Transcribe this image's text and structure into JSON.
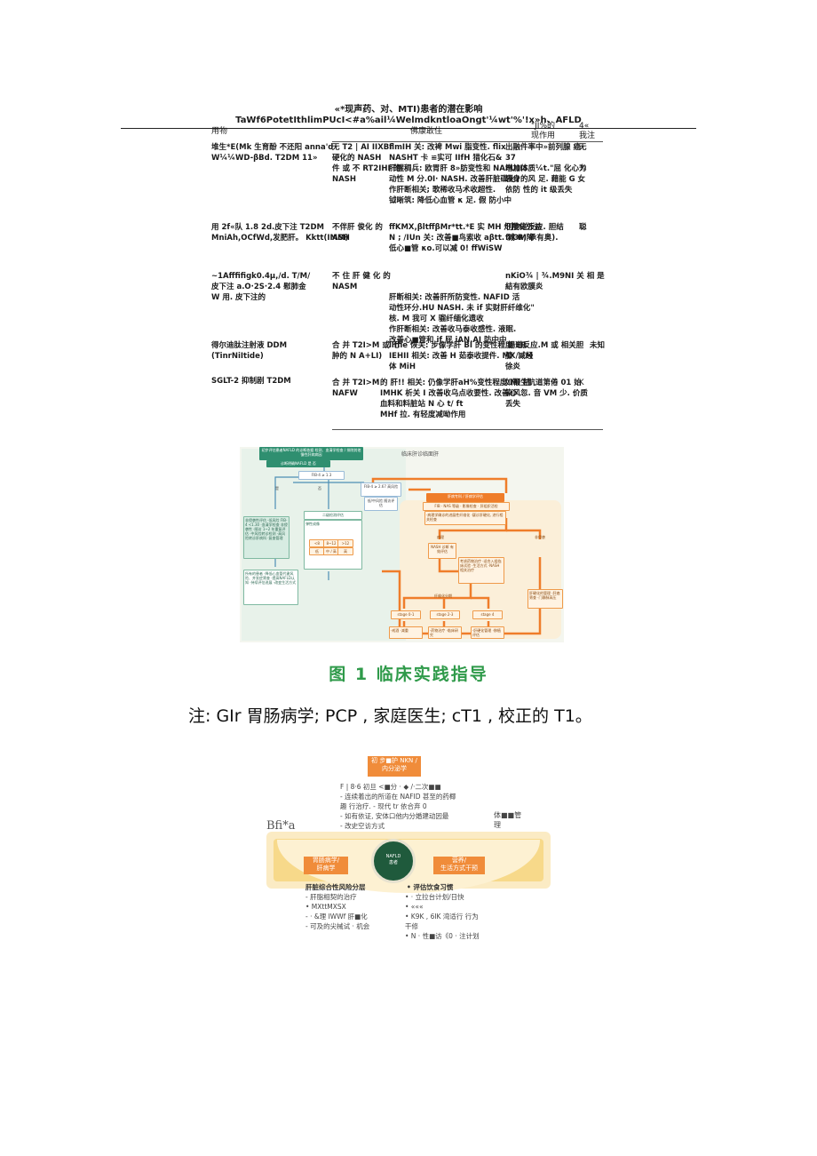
{
  "table_caption": {
    "line1": "«*现声药、对、MTI)患者的潜在影响",
    "line2": "TaWf6PotetIthlimPUcI<#a%ail¼WelmdkntloaOngt'¼wt'%'!x»h、AFLD"
  },
  "table_headers": {
    "drug": "用物",
    "effect": "佛康敢住",
    "col3": "\"JI%的\n现作用",
    "col4": "4«\n我注"
  },
  "table_cells": {
    "r1_drug": "堆生*E(Mk 生育酚 不还阳  anna'd\nW¼¼WD-βBd. T2DM 11»",
    "r1_e1": "无 T2 | AI IIXBf\n硬化的 NASH",
    "r1_e1b": "件 或 不  RT2IHI 的\nNASH",
    "r1_e2": "IlmIH 关: 改裨 Mwi 脂变性. flix\nNASHT 卡 ≌实可 IIfH 猎化石&",
    "r1_e2b": "肝醒稠兵: 欧胃肝 8»肪变性和 NAFU)IS\n动性 M 分.0I· NASH. 改善肝脏碟化?\n作肝断相关; 歌稀收马术收超性.\n钺晰筑: 降低心血管 κ 足. 假  防小中",
    "r1_c3": "出融件率中»前列腺  癌\n37\n增加体质¼t.\"屈  化心力\n衰身的风  足. 藉能 G 女\n依防 性的  it 级丢失",
    "r1_c4": "无\n\n¾",
    "r2_drug": "用 2f«队 1.8 2d.皮下注 T2DM\nMniAh,OCfWd,发肥肝。  Kktt(IMM)",
    "r2_e1": "不伴肝 俊化 的\nASH",
    "r2_e2": "ffKMX,βltffβMr*tt.*E 实 MH 灯接化外益\nN ; /IUn 关: 改善■鸟索收  aβtt. 减·R,降\n低心■管 κo.可以减 0! ffWiSW",
    "r2_c3": "刊物逆反应. 胆结\nfiⁱOM 承有奥).",
    "r2_c4": "聪",
    "r3_drug": "~1Afffifigk0.4μ,/d.          T/M/\n皮下注 a.O·2S·2.4          慰肺金\nW 用. 皮下注的",
    "r3_e1": "不 住  肝 健 化 的\nNASM",
    "r3_e2": "肝断相关: 改善肝所防变性.   NAFID 活\n动性环分.HU NASH. 未 if 实财肝纤维化\"\n核. M 我可 X 骝纤缅化遗收\n作肝断相关: 改善收马泰收感性.  液眠.\n改善心■管和 if 屁 iAN.AI 防中中",
    "r3_c3": "nKiO¾ | ¾.M9NI  关  相 是\n結有欧膜炎",
    "r4_drug": "得尔迪肽注射液                   DDM\n(TinrNiItide)",
    "r4_e1": "合  并  T2I>M 或  七\n肿的 N A+LI)",
    "r4_e2": "llffie 恢关: 步像学肝 BI 的变性程度   ER\nIEHII 相关: 改善 H 茹泰收提件.  MX 减经\n体 MiH",
    "r4_c3": "'楊道反应.M 或  相关胆\n膝 /ⁱ.  M\n徐炎",
    "r4_c4": "未知",
    "r5_drug": "SGLT-2 抑制剧                      T2DM",
    "r5_e1": "合  并   T2I>M\nNAFW",
    "r5_e2": "的 肝!! 相关: 仍像学肝aH%变性程度  MI 秸\nIMHK 析关 I 改善收乌点收要性.  改善心\n血料和料脏站 N 心  t/  ft\nMHf 拉. 有轻度减呦作用",
    "r5_c3": "如鞭生肮道第倦 01 始\n染风忽. 音 VM 少. 价质\n丢失",
    "r5_c4": "K"
  },
  "flowchart": {
    "legend": "临床肝诊临面肝",
    "top_box": "初步评估患者NAFLD 的诊断依据\n检测、血清学检查 / 排除其他慢性肝病病因",
    "top_box2": "诊断明确NAFLD  是    否",
    "b_a": "FIB-4 ≥ 1.3",
    "b_yes": "是",
    "b_no": "否",
    "b_right1": "FIB-4 ≥ 2.67\n高风险",
    "b_right2": "低/中风险\n随访评估",
    "green_head": "非侵袭性评估\n·低风险 FIB-4 <1.30\n·血清学检查 非侵袭性\n·随访 1~2 年重复评估\n·中风险转诊检测\n·高风险转诊肝病科\n·复查管理",
    "mid_head": "二级检测评估",
    "mid_sub": "弹性成像",
    "t11": "<8",
    "t12": "8~12",
    "t13": ">12",
    "t21": "低",
    "t22": "中 / 高",
    "t23": "高",
    "green_bottom": "所有的患者\n·降低心血管代谢风险、并发症筛查\n·提高NAFLD认知\n·持续评估进展\n·改变生活方式",
    "orange_head": "肝病专科 / 肝病学评估",
    "orange_sub": "FIB · NAS 等级 · 影像检查 · 肝组织活检",
    "o1": "·病理学确诊的进展性纤维化\n·疑诊肝硬化, 进行相关检查",
    "o2": "病理",
    "o3": "非侵袭",
    "o4": "NASH 诊断\n有效评估",
    "o5": "考虑药物治疗\n·适合入组临床试验\n·生活方式\n·NASH 相关治疗",
    "o6": "肝硬化的管理\n·肝癌筛查\n·门静脉高压",
    "o7": "纤维化分期",
    "s1": "stage 0-1",
    "s2": "stage 2-3",
    "s3": "stage 4",
    "c1": "·戒酒  ·减重",
    "c2": "·药物治疗\n·临床研究",
    "c3": "·肝硬化管理\n·移植评估"
  },
  "figure_title": "图 1   临床实践指导",
  "note": "注: GIr 胃肠病学;  PCP , 家庭医生;  cT1 , 校正的 T1。",
  "bottom_diagram": {
    "top_box": "初 步■护 NKN /\n内分泌学",
    "top_text": "F | 8·6 初旦 <■分 ·  ◆ /·二次■■\n- 连续着出的所道在 NAFID 甚至的药椰\n   趣  行治疗. - 现代 tr 依合弃 0\n- 如有依证, 安体口他内分婚建动因最\n- 改史空访方式",
    "left_label": "Bfi*a",
    "right_label": "体■■管\n理",
    "circle_text": "NAFLD\n患者",
    "left_box": "胃肠病学/\n肝病学",
    "right_box": "营养/\n生活方式干预",
    "left_title": "肝脏综合性风险分层",
    "left_text": "- 肝脂相契的治疗\n• MXttMXSX\n- · &理 IWWf 肝■化\n- 可及的尖械试 · 机会",
    "right_title": "• 评估饮食习惯",
    "right_text": "•  · 立拉台计划/日快\n•  «««\n• K9K , 6IK 湾适行  行为\n      干修\n• N · 性■访《0 · 注计划"
  }
}
